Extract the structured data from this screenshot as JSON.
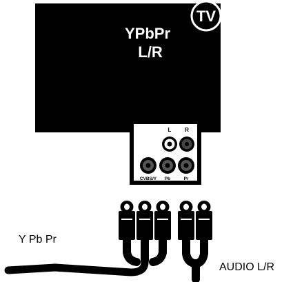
{
  "tv": {
    "badge": "TV",
    "label_line1": "YPbPr",
    "label_line2": "L/R"
  },
  "panel": {
    "audio_left_label": "L",
    "audio_right_label": "R",
    "jack_labels": [
      "CVBS/Y",
      "Pb",
      "Pr"
    ]
  },
  "cable_labels": {
    "video": "Y Pb Pr",
    "audio": "AUDIO L/R"
  },
  "colors": {
    "ink": "#000000",
    "paper": "#ffffff"
  }
}
